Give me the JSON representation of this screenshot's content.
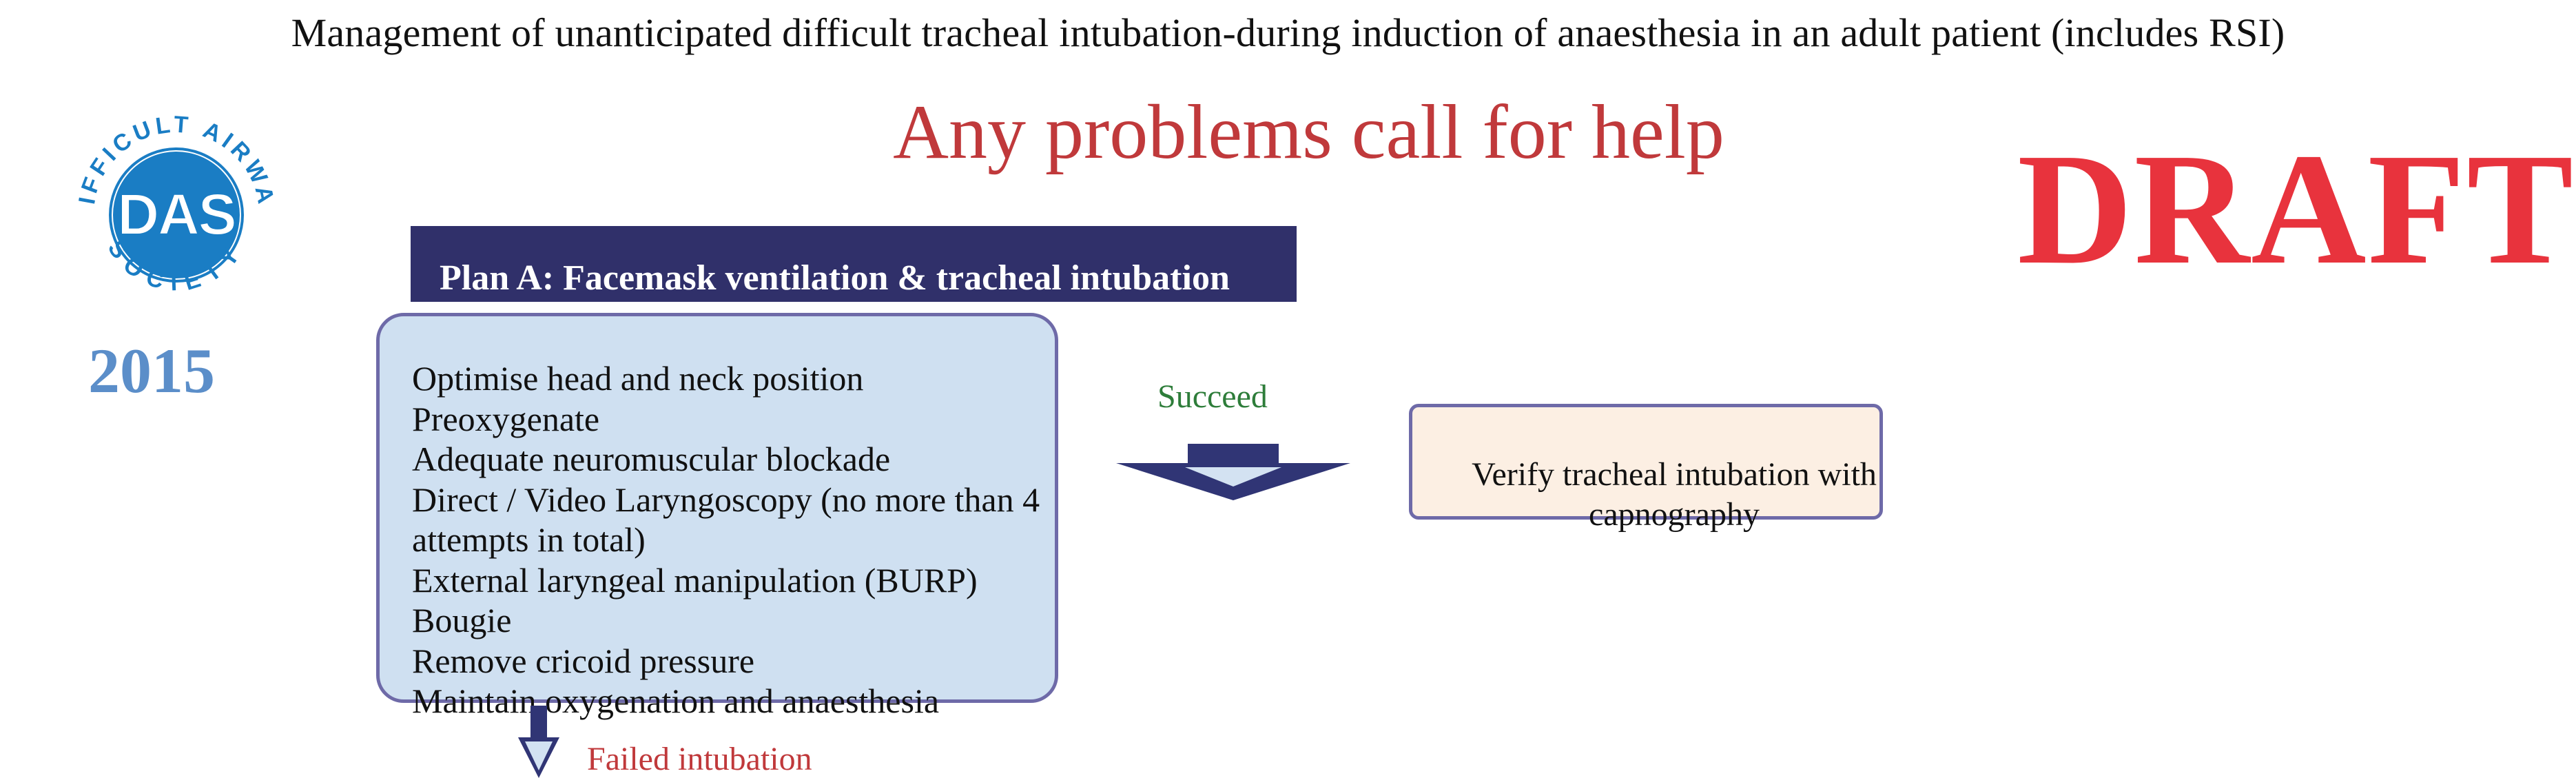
{
  "title": "Management of unanticipated difficult tracheal intubation-during induction of anaesthesia in an adult patient (includes RSI)",
  "help_banner": "Any problems call for help",
  "watermark": "DRAFT",
  "logo": {
    "text": "DAS",
    "ring_text_top": "DIFFICULT AIRWAY",
    "ring_text_bottom": "SOCIETY",
    "year": "2015"
  },
  "plan_a": {
    "header": "Plan A: Facemask ventilation & tracheal intubation",
    "items": [
      "Optimise head and neck position",
      "Preoxygenate",
      "Adequate neuromuscular blockade",
      "Direct / Video Laryngoscopy (no more than 4",
      "attempts in total)",
      "External laryngeal manipulation (BURP)",
      "Bougie",
      "Remove cricoid pressure",
      "Maintain oxygenation and anaesthesia"
    ]
  },
  "succeed_label": "Succeed",
  "verify": {
    "line1": "Verify tracheal intubation with",
    "line2": "capnography"
  },
  "failed_label": "Failed intubation",
  "icons": {
    "logo": "das-logo-icon",
    "succeed_arrow": "arrow-right-icon",
    "fail_arrow": "arrow-down-icon"
  },
  "colors": {
    "help_text": "#c0393b",
    "draft_text": "#e8333d",
    "year_text": "#5b8ec9",
    "banner_fill": "#30306a",
    "box_fill": "#cfe0f1",
    "box_outline": "#6e6aa8",
    "verify_fill": "#fcefe3",
    "succeed_text": "#2e7d3a",
    "failed_text": "#c0393b",
    "logo_blue": "#1a7dc4",
    "arrow_fill": "#303575",
    "arrow_light": "#d3e2f2"
  }
}
